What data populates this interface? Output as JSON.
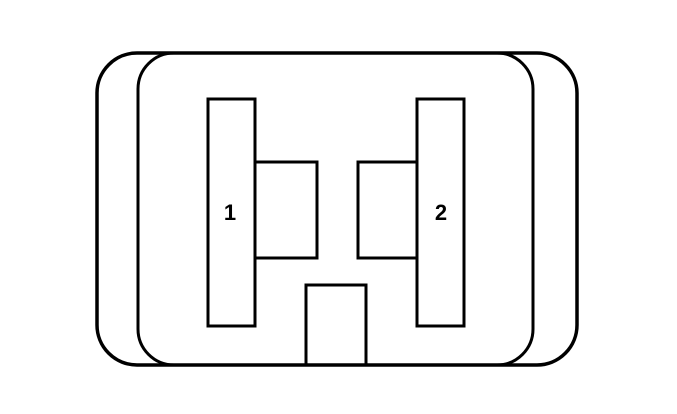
{
  "diagram": {
    "type": "connector-pinout",
    "stroke_color": "#000000",
    "background": "#ffffff",
    "pins": [
      {
        "id": "pin-1",
        "label": "1"
      },
      {
        "id": "pin-2",
        "label": "2"
      }
    ]
  }
}
